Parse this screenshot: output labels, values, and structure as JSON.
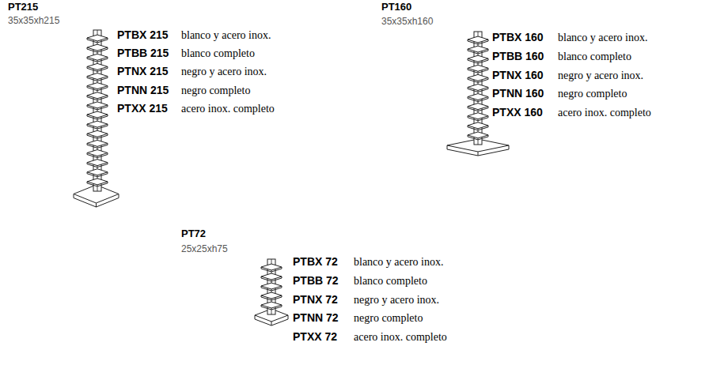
{
  "diagram": {
    "labels": [
      "PT215",
      "35x35xh215",
      "PTBX 215",
      "blanco y acero inox.",
      "PTBB 215",
      "blanco completo",
      "PTNX 215",
      "negro y acero inox.",
      "PTNN 215",
      "negro completo",
      "PTXX 215",
      "acero inox. completo",
      "PT160",
      "35x35xh160",
      "PTBX 160",
      "blanco y acero inox.",
      "PTBB 160",
      "blanco completo",
      "PTNX 160",
      "negro y acero inox.",
      "PTNN 160",
      "negro completo",
      "PTXX 160",
      "acero inox. completo",
      "PT72",
      "25x25xh75",
      "PTBX 72",
      "blanco y acero inox.",
      "PTBB 72",
      "blanco completo",
      "PTNX 72",
      "negro y acero inox.",
      "PTNN 72",
      "negro completo",
      "PTXX 72",
      "acero inox. completo"
    ]
  }
}
